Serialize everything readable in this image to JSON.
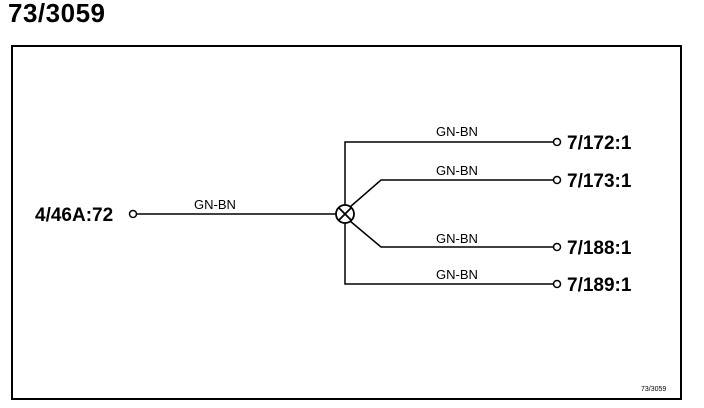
{
  "diagram": {
    "title": "73/3059",
    "source": {
      "label": "4/46A:72",
      "wire_color": "GN-BN"
    },
    "branches": [
      {
        "label": "7/172:1",
        "wire_color": "GN-BN"
      },
      {
        "label": "7/173:1",
        "wire_color": "GN-BN"
      },
      {
        "label": "7/188:1",
        "wire_color": "GN-BN"
      },
      {
        "label": "7/189:1",
        "wire_color": "GN-BN"
      }
    ],
    "corner_ref": "73/3059"
  }
}
